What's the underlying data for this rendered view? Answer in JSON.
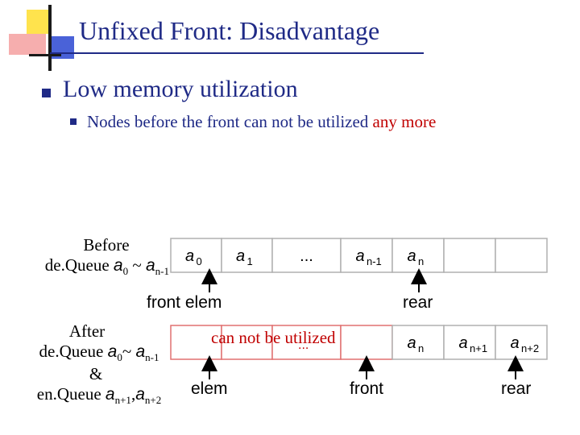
{
  "title": "Unfixed Front: Disadvantage",
  "bullet": {
    "text": "Low memory utilization",
    "sub": {
      "text_plain": "Nodes before the front can not be utilized ",
      "text_highlight": "any more"
    }
  },
  "before": {
    "line1": "Before",
    "line2_prefix": "de.Queue ",
    "a": "a",
    "sub0": "0",
    "tilde": " ~ ",
    "subn1": "n-1",
    "cells": [
      {
        "base": "a",
        "sub": "0"
      },
      {
        "base": "a",
        "sub": "1"
      },
      {
        "base": "...",
        "sub": ""
      },
      {
        "base": "a",
        "sub": "n-1"
      },
      {
        "base": "a",
        "sub": "n"
      },
      {
        "base": "",
        "sub": ""
      },
      {
        "base": "",
        "sub": ""
      }
    ],
    "ptr_front_elem": "front elem",
    "ptr_rear": "rear"
  },
  "after": {
    "line1": "After",
    "line2_prefix": "de.Queue ",
    "tilde": "~ ",
    "amp": "&",
    "line4_prefix": "en.Queue ",
    "subn1": "n-1",
    "subnp1": "n+1",
    "subnp2": "n+2",
    "a": "a",
    "sub0": "0",
    "comma": ",",
    "cannot_text": "can not be utilized",
    "dots": "...",
    "cells": [
      {
        "base": "",
        "sub": ""
      },
      {
        "base": "",
        "sub": ""
      },
      {
        "base": "",
        "sub": ""
      },
      {
        "base": "",
        "sub": ""
      },
      {
        "base": "a",
        "sub": "n"
      },
      {
        "base": "a",
        "sub": "n+1"
      },
      {
        "base": "a",
        "sub": "n+2"
      }
    ],
    "ptr_elem": "elem",
    "ptr_front": "front",
    "ptr_rear": "rear"
  },
  "colors": {
    "title": "#1f2a86",
    "highlight": "#c00000",
    "cell_border": "#b0b0b0",
    "cell_border_unused": "#e07070"
  }
}
